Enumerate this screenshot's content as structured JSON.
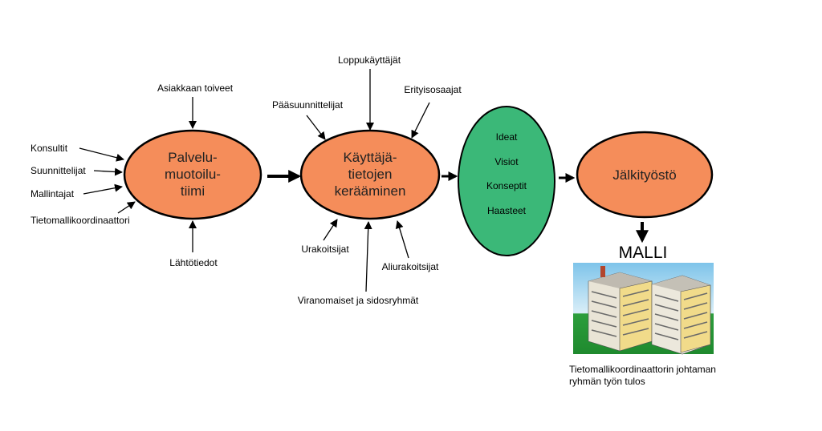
{
  "nodes": {
    "palvelu": {
      "lines": [
        "Palvelu-",
        "muotoilu-",
        "tiimi"
      ],
      "color": "#f58d5a"
    },
    "kayttaja": {
      "lines": [
        "Käyttäjä-",
        "tietojen",
        "kerääminen"
      ],
      "color": "#f58d5a"
    },
    "ideat": {
      "items": [
        "Ideat",
        "Visiot",
        "Konseptit",
        "Haasteet"
      ],
      "color": "#3bb878"
    },
    "jalkityosto": {
      "label": "Jälkityöstö",
      "color": "#f58d5a"
    }
  },
  "inputs_palvelu": [
    "Konsultit",
    "Suunnittelijat",
    "Mallintajat",
    "Tietomallikoordinaattori"
  ],
  "palvelu_top": "Asiakkaan toiveet",
  "palvelu_bottom": "Lähtötiedot",
  "inputs_kayttaja_top": [
    "Pääsuunnittelijat",
    "Loppukäyttäjät",
    "Erityisosaajat"
  ],
  "inputs_kayttaja_bottom": [
    "Urakoitsijat",
    "Viranomaiset ja sidosryhmät",
    "Aliurakoitsijat"
  ],
  "result": {
    "title": "MALLI",
    "caption_lines": [
      "Tietomallikoordinaattorin johtaman",
      "ryhmän työn tulos"
    ]
  }
}
